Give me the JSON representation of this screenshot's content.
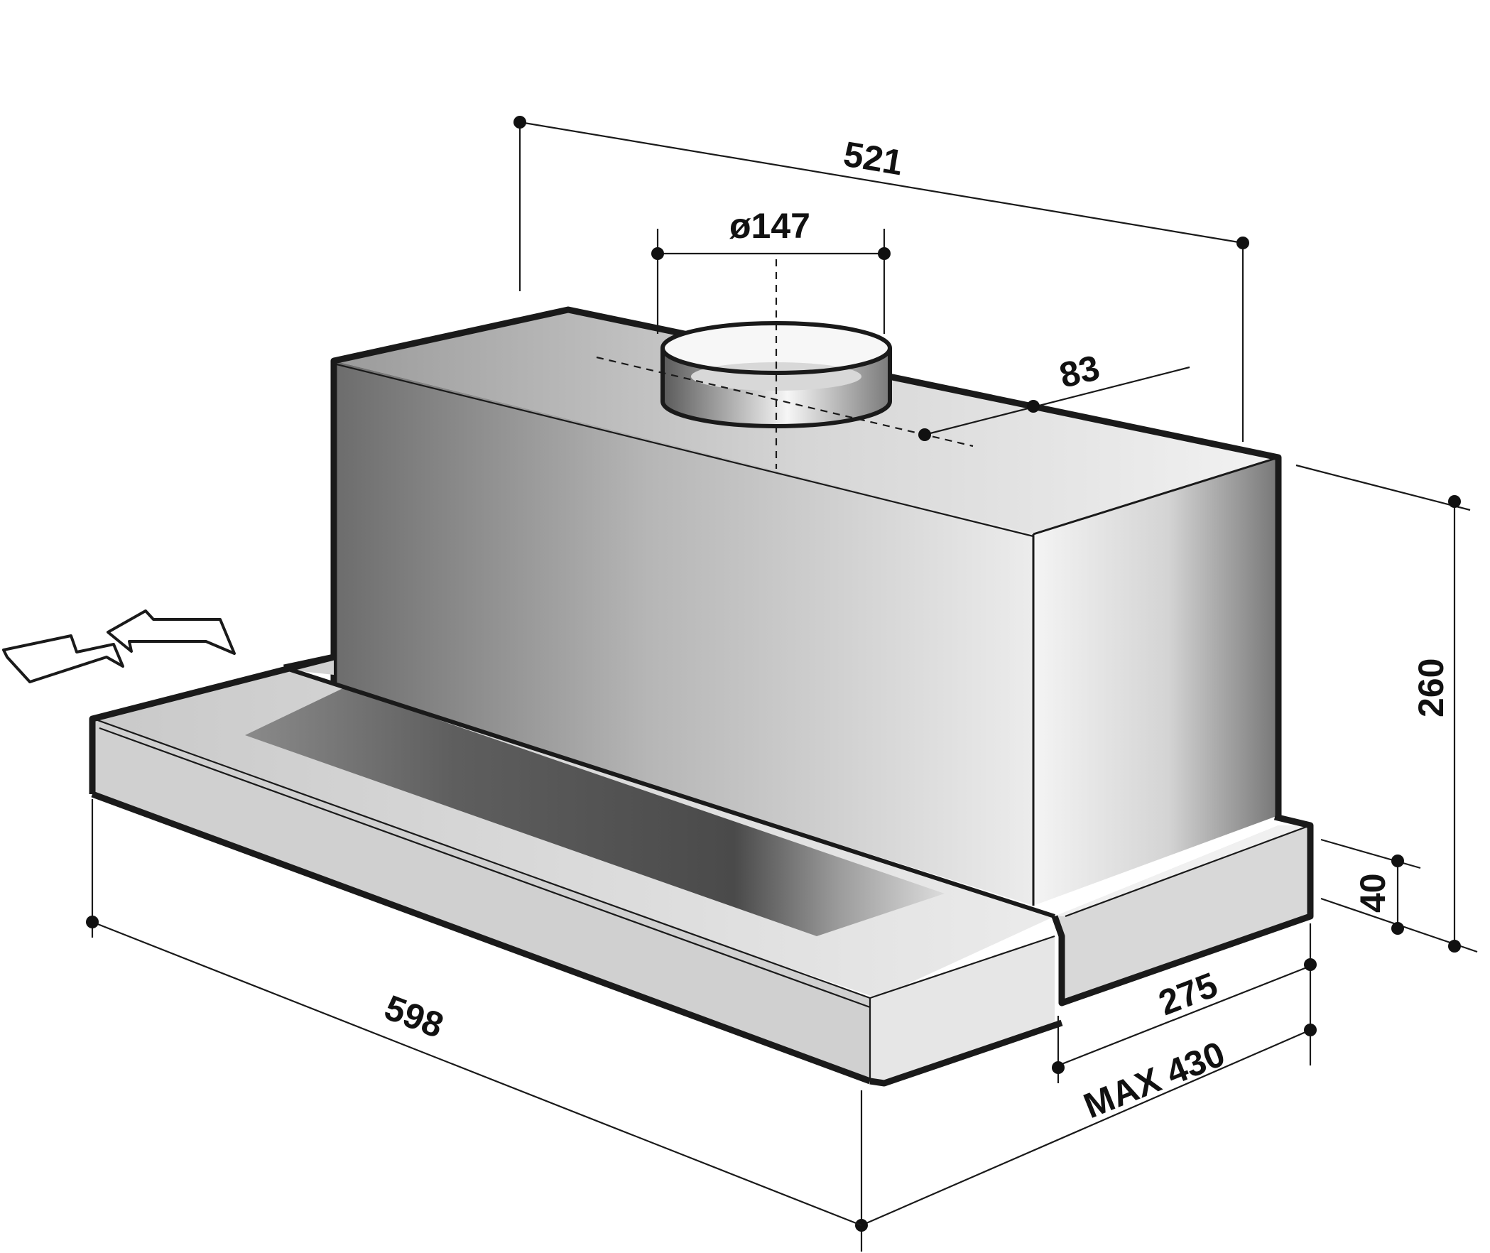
{
  "diagram": {
    "labels": {
      "top_depth": "521",
      "duct_diameter": "ø147",
      "duct_offset": "83",
      "height": "260",
      "visor_height": "40",
      "depth_closed": "275",
      "depth_max": "MAX 430",
      "width": "598"
    },
    "colors": {
      "outline": "#1a1a1a",
      "background": "#ffffff",
      "steel_light": "#ececec",
      "steel_dark": "#6a6a6a",
      "glass_dark": "#4a4a4a"
    },
    "icons": [
      "slide-arrows-icon"
    ]
  }
}
